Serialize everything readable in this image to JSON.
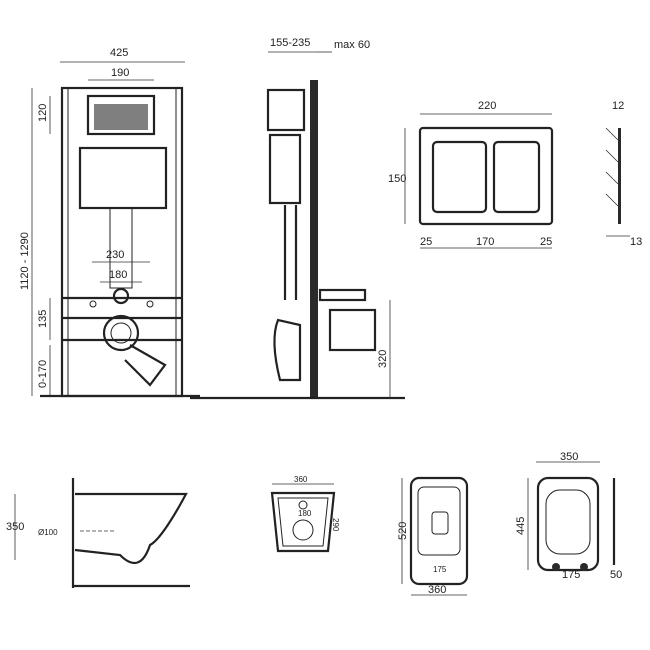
{
  "frame_front": {
    "width": "425",
    "plate_width": "190",
    "plate_height": "120",
    "height": "1120 - 1290",
    "bolt_spacing": "230",
    "pipe_spacing": "180",
    "pipe_height": "135",
    "foot_adjust": "0-170"
  },
  "frame_side": {
    "depth": "155-235",
    "wall": "max 60",
    "outlet_height": "320"
  },
  "flush_plate": {
    "width": "220",
    "height": "150",
    "margin_left": "25",
    "button_width": "170",
    "margin_right": "25",
    "thickness": "12",
    "side_depth": "13"
  },
  "bowl_side": {
    "height": "350",
    "pipe_diameter": "Ø100"
  },
  "bowl_back": {
    "width": "360",
    "depth": "290",
    "bolt_spacing": "180"
  },
  "bowl_top": {
    "length": "520",
    "width": "360",
    "hinge": "175"
  },
  "seat": {
    "width": "350",
    "length": "445",
    "hinge": "175",
    "thickness": "50"
  }
}
